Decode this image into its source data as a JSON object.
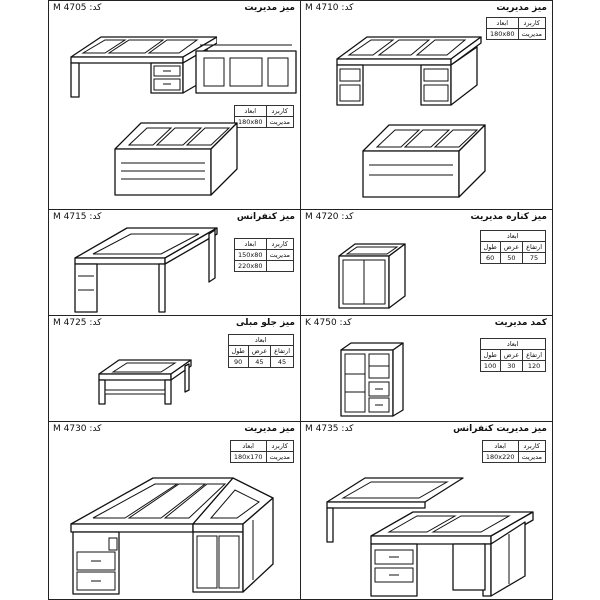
{
  "products": [
    {
      "code": "M 4705 :کد",
      "title": "میز مدیریت",
      "spec": {
        "headers": [
          "کاربرد",
          "ابعاد"
        ],
        "rows": [
          [
            "مدیریت",
            "180x80"
          ]
        ]
      }
    },
    {
      "code": "M 4710 :کد",
      "title": "میز مدیریت",
      "spec": {
        "headers": [
          "کاربرد",
          "ابعاد"
        ],
        "rows": [
          [
            "مدیریت",
            "180x80"
          ]
        ]
      }
    },
    {
      "code": "M 4715 :کد",
      "title": "میز کنفرانس",
      "spec": {
        "headers": [
          "کاربرد",
          "ابعاد"
        ],
        "rows": [
          [
            "مدیریت",
            "150x80"
          ],
          [
            "",
            "220x80"
          ]
        ]
      }
    },
    {
      "code": "M 4720 :کد",
      "title": "میز کناره مدیریت",
      "spec": {
        "group": "ابعاد",
        "headers": [
          "ارتفاع",
          "عرض",
          "طول"
        ],
        "rows": [
          [
            "75",
            "50",
            "60"
          ]
        ]
      }
    },
    {
      "code": "M 4725 :کد",
      "title": "میز جلو مبلی",
      "spec": {
        "group": "ابعاد",
        "headers": [
          "ارتفاع",
          "عرض",
          "طول"
        ],
        "rows": [
          [
            "45",
            "45",
            "90"
          ]
        ]
      }
    },
    {
      "code": "K 4750 :کد",
      "title": "کمد مدیریت",
      "spec": {
        "group": "ابعاد",
        "headers": [
          "ارتفاع",
          "عرض",
          "طول"
        ],
        "rows": [
          [
            "120",
            "30",
            "100"
          ]
        ]
      }
    },
    {
      "code": "M 4730 :کد",
      "title": "میز مدیریت",
      "spec": {
        "headers": [
          "کاربرد",
          "ابعاد"
        ],
        "rows": [
          [
            "مدیریت",
            "180x170"
          ]
        ]
      }
    },
    {
      "code": "M 4735 :کد",
      "title": "میز مدیریت کنفرانس",
      "spec": {
        "headers": [
          "کاربرد",
          "ابعاد"
        ],
        "rows": [
          [
            "مدیریت",
            "180x220"
          ]
        ]
      }
    }
  ]
}
